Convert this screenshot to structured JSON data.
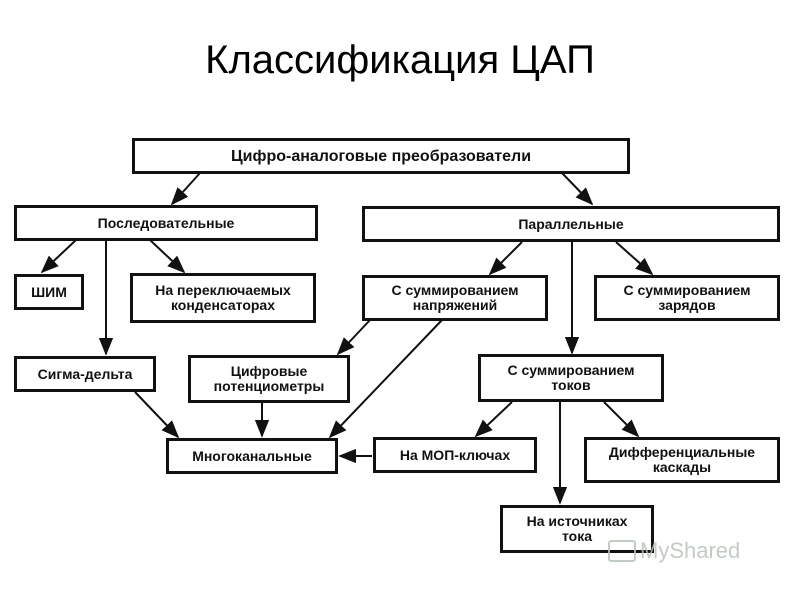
{
  "title": "Классификация ЦАП",
  "nodes": {
    "root": "Цифро-аналоговые преобразователи",
    "sequential": "Последовательные",
    "parallel": "Параллельные",
    "pwm": "ШИМ",
    "switched_caps": "На переключаемых\nконденсаторах",
    "voltage_sum": "С суммированием\nнапряжений",
    "charge_sum": "С суммированием\nзарядов",
    "sigma_delta": "Сигма-дельта",
    "digital_pots": "Цифровые\nпотенциометры",
    "current_sum": "С суммированием\nтоков",
    "multichannel": "Многоканальные",
    "mos_keys": "На МОП-ключах",
    "diff_cascades": "Дифференциальные\nкаскады",
    "current_sources": "На источниках\nтока"
  },
  "watermark": "MyShared",
  "colors": {
    "line": "#111111",
    "watermark": "#b9c3b9"
  }
}
